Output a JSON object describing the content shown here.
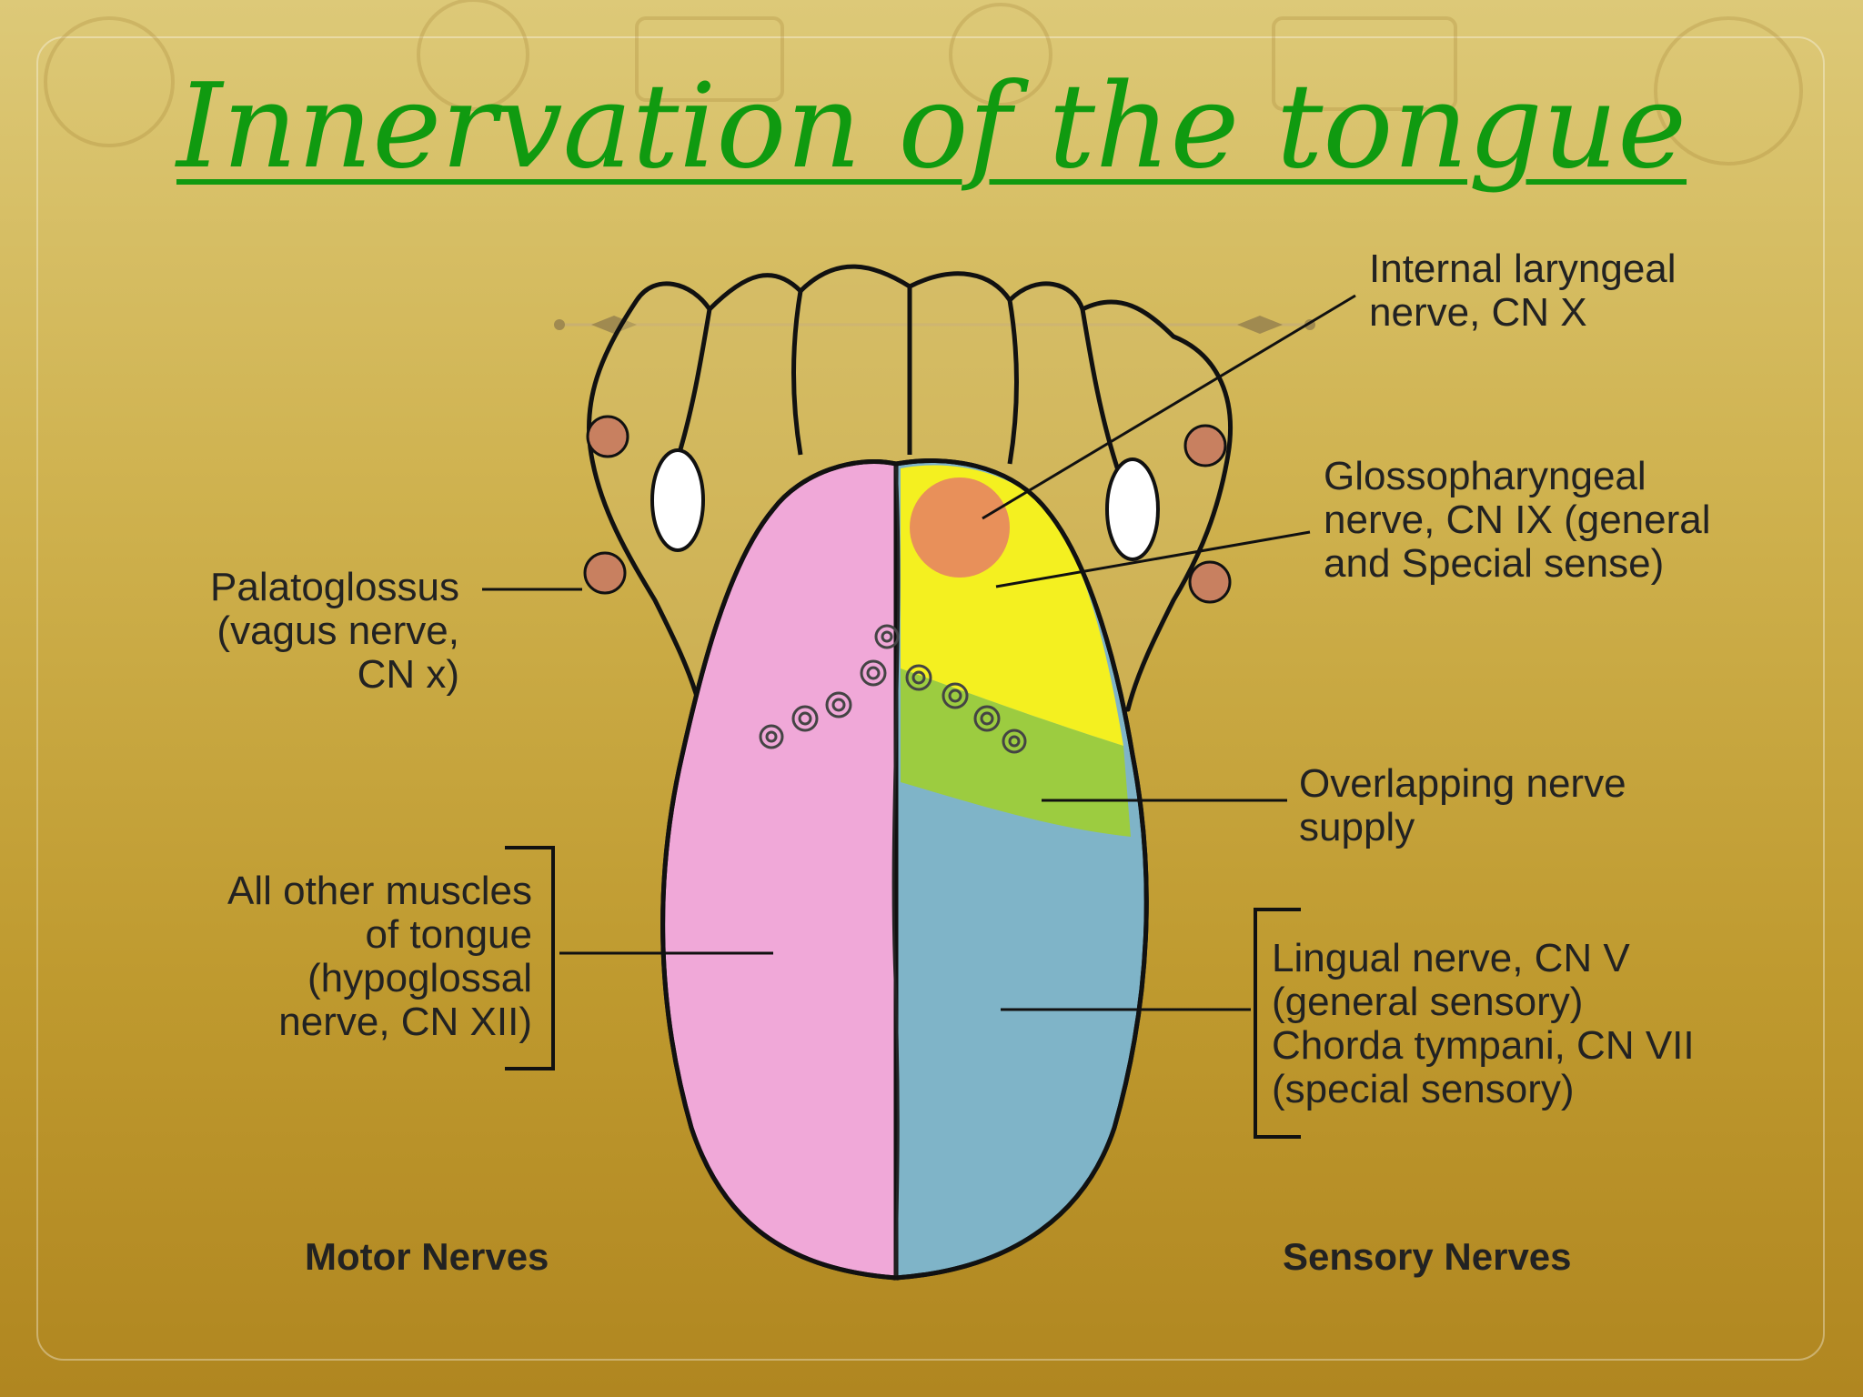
{
  "title": "Innervation of the tongue",
  "labels": {
    "internal_laryngeal": [
      "Internal laryngeal",
      "nerve, CN X"
    ],
    "glossopharyngeal": [
      "Glossopharyngeal",
      "nerve, CN IX (general",
      "and Special sense)"
    ],
    "palatoglossus": [
      "Palatoglossus",
      "(vagus nerve,",
      "CN x)"
    ],
    "overlapping": [
      "Overlapping nerve",
      "supply"
    ],
    "other_muscles": [
      "All other muscles",
      "of tongue",
      "(hypoglossal",
      "nerve, CN XII)"
    ],
    "lingual": [
      "Lingual nerve, CN V",
      "(general sensory)",
      "Chorda tympani, CN VII",
      "(special sensory)"
    ]
  },
  "footer": {
    "motor": "Motor Nerves",
    "sensory": "Sensory Nerves"
  },
  "colors": {
    "title": "#109a10",
    "motor_region": "#f0a8d8",
    "sensory_region": "#7fb4c8",
    "glossopharyngeal_region": "#f4f020",
    "overlap_region": "#9ccc40",
    "laryngeal_region": "#e8905a"
  }
}
